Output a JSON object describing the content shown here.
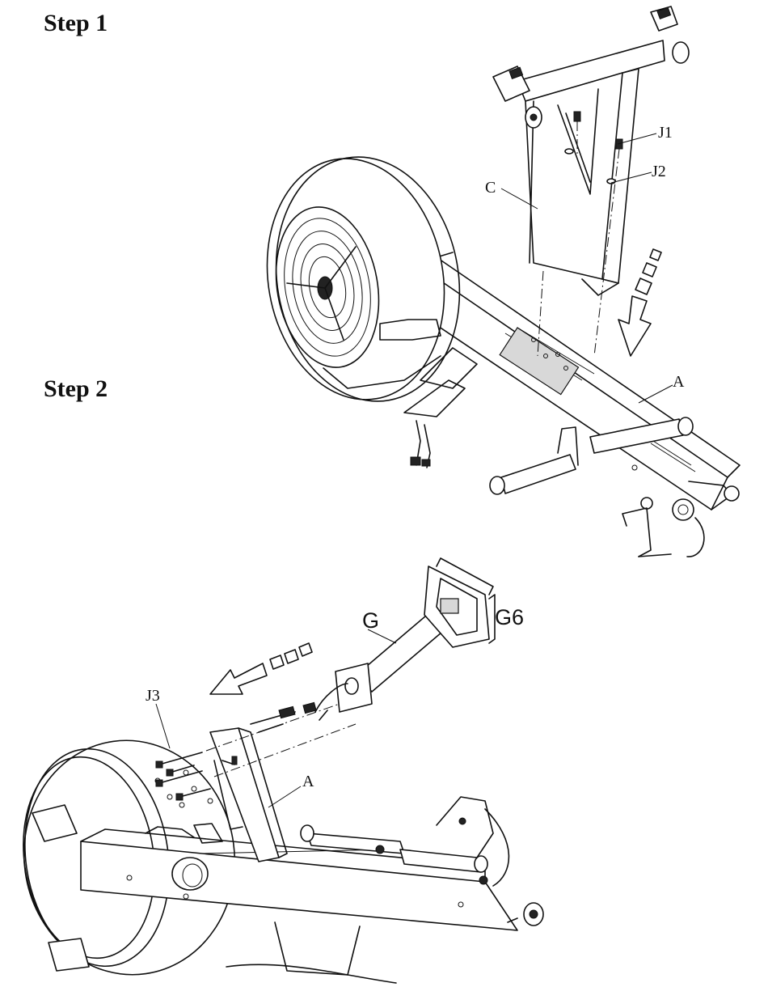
{
  "steps": [
    {
      "title": "Step 1"
    },
    {
      "title": "Step 2"
    }
  ],
  "labels": {
    "step1": {
      "j1": "J1",
      "j2": "J2",
      "c": "C",
      "a": "A"
    },
    "step2": {
      "g": "G",
      "g6": "G6",
      "j3": "J3",
      "a": "A"
    }
  },
  "colors": {
    "line": "#111111",
    "background": "#ffffff"
  }
}
